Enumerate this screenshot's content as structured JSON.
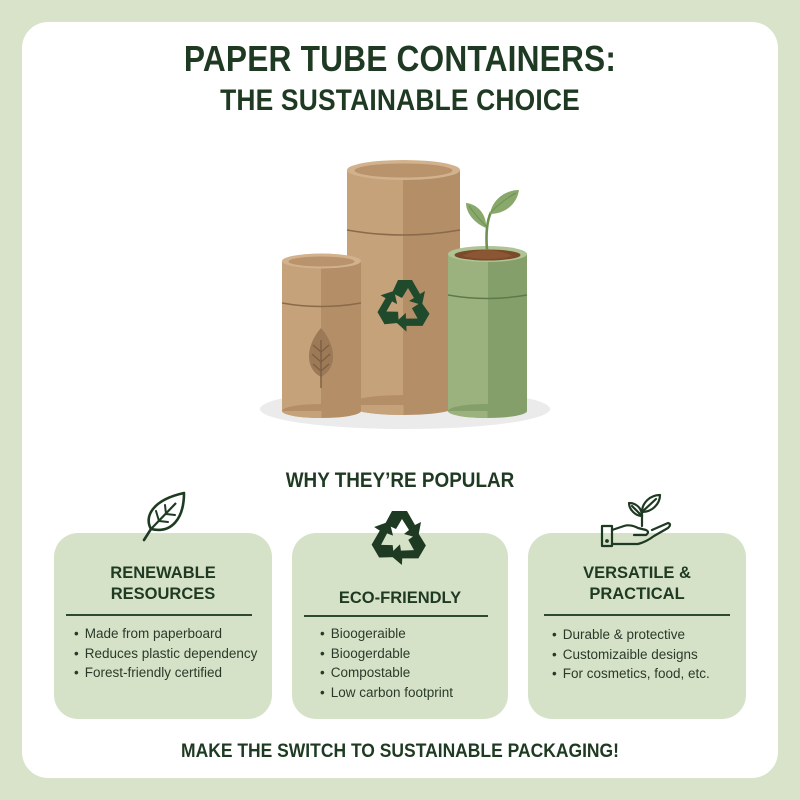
{
  "colors": {
    "page_bg": "#d8e3c9",
    "frame_bg": "#ffffff",
    "card_bg": "#d6e2c8",
    "heading_text": "#1f3a22",
    "kraft_light": "#c9a67e",
    "kraft_dark": "#b08a64",
    "green_tube_light": "#9ab07e",
    "green_tube_dark": "#86a06c",
    "recycle_green": "#1f4a2c"
  },
  "header": {
    "title_line1": "PAPER TUBE CONTAINERS:",
    "title_line2": "THE SUSTAINABLE CHOICE"
  },
  "illustration": {
    "icons": [
      "leaf-icon",
      "recycle-icon",
      "sprout-icon"
    ],
    "description": "Three paper tube containers: small kraft tube with leaf emblem, tall kraft tube with recycle symbol, green tube with sprout growing from soil"
  },
  "section": {
    "heading": "WHY THEY’RE POPULAR"
  },
  "cards": [
    {
      "icon": "leaf-outline-icon",
      "title": "RENEWABLE RESOURCES",
      "title_line1": "RENEWABLE",
      "title_line2": "RESOURCES",
      "items": [
        "Made from paperboard",
        "Reduces plastic dependency",
        "Forest-friendly certified"
      ]
    },
    {
      "icon": "recycle-icon",
      "title": "ECO-FRIENDLY",
      "title_line1": "ECO-FRIENDLY",
      "items": [
        "Bioogeraible",
        "Bioogerdable",
        "Compostable",
        "Low carbon footprint"
      ]
    },
    {
      "icon": "hand-sprout-icon",
      "title": "VERSATILE & PRACTICAL",
      "title_line1": "VERSATILE &",
      "title_line2": "PRACTICAL",
      "items": [
        "Durable & protective",
        "Customizaible designs",
        "For cosmetics, food, etc."
      ]
    }
  ],
  "footer": {
    "cta": "MAKE THE SWITCH TO SUSTAINABLE PACKAGING!"
  }
}
